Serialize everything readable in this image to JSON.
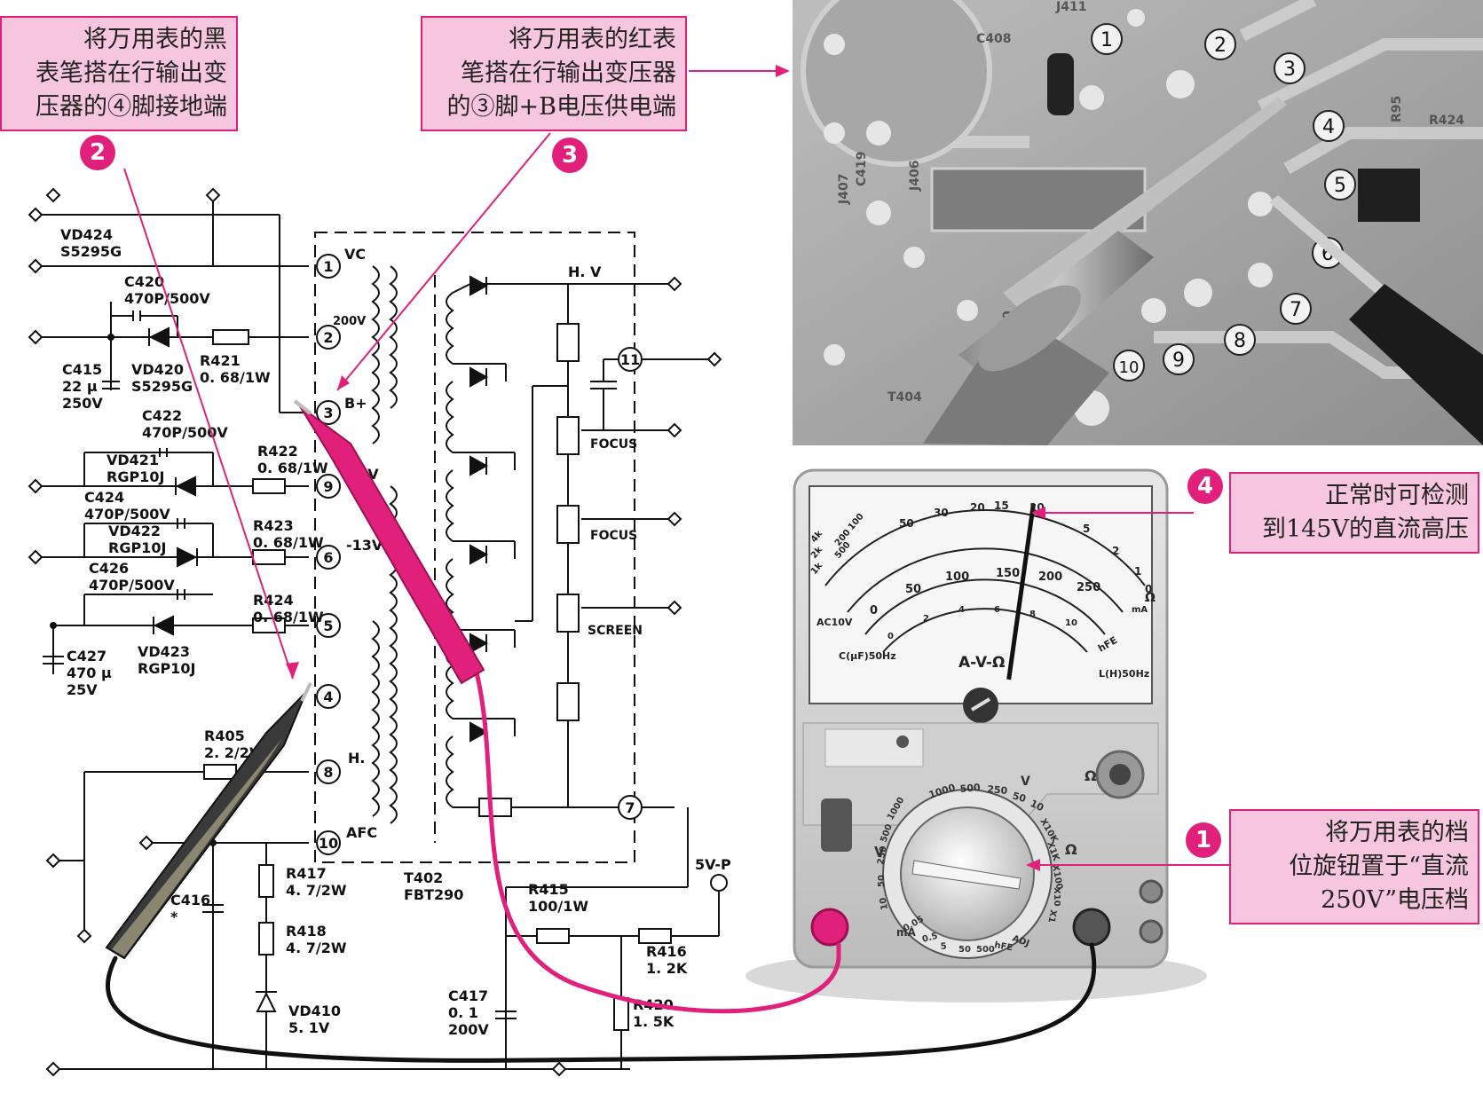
{
  "callouts": {
    "c1": {
      "badge": "1",
      "lines": [
        "将万用表的档",
        "位旋钮置于“直流",
        "250V”电压档"
      ]
    },
    "c2": {
      "badge": "2",
      "lines": [
        "将万用表的黑",
        "表笔搭在行输出变",
        "压器的④脚接地端"
      ]
    },
    "c3": {
      "badge": "3",
      "lines": [
        "将万用表的红表",
        "笔搭在行输出变压器",
        "的③脚+B电压供电端"
      ]
    },
    "c4": {
      "badge": "4",
      "lines": [
        "正常时可检测",
        "到145V的直流高压"
      ]
    }
  },
  "schematic": {
    "components": {
      "vd424": [
        "VD424",
        "S5295G"
      ],
      "c420": [
        "C420",
        "470P/500V"
      ],
      "c415": [
        "C415",
        "22 μ",
        "250V"
      ],
      "vd420": [
        "VD420",
        "S5295G"
      ],
      "r421": [
        "R421",
        "0. 68/1W"
      ],
      "c422": [
        "C422",
        "470P/500V"
      ],
      "vd421": [
        "VD421",
        "RGP10J"
      ],
      "r422": [
        "R422",
        "0. 68/1W"
      ],
      "c424": [
        "C424",
        "470P/500V"
      ],
      "vd422": [
        "VD422",
        "RGP10J"
      ],
      "r423": [
        "R423",
        "0. 68/1W"
      ],
      "c426": [
        "C426",
        "470P/500V"
      ],
      "r424": [
        "R424",
        "0. 68/1W"
      ],
      "c427": [
        "C427",
        "470 μ",
        "25V"
      ],
      "vd423": [
        "VD423",
        "RGP10J"
      ],
      "r405": [
        "R405",
        "2. 2/2W"
      ],
      "c416": [
        "C416",
        "*"
      ],
      "r417": [
        "R417",
        "4. 7/2W"
      ],
      "r418": [
        "R418",
        "4. 7/2W"
      ],
      "vd410": [
        "VD410",
        "5. 1V"
      ],
      "t402": [
        "T402",
        "FBT290"
      ],
      "r415": [
        "R415",
        "100/1W"
      ],
      "r416": [
        "R416",
        "1. 2K"
      ],
      "c417": [
        "C417",
        "0. 1",
        "200V"
      ],
      "r420": [
        "R420",
        "1. 5K"
      ]
    },
    "pins": [
      "1",
      "2",
      "3",
      "9",
      "6",
      "5",
      "4",
      "8",
      "10",
      "11",
      "7"
    ],
    "pin_labels": {
      "vc": "VC",
      "v200": "200V",
      "bplus": "B+",
      "v15": "15V",
      "vm13": "-13V",
      "h": "H.",
      "afc": "AFC"
    },
    "hv_label": "H. V",
    "focus1": "FOCUS",
    "focus2": "FOCUS",
    "screen": "SCREEN",
    "supply": "5V-P"
  },
  "pcb": {
    "pin_numbers": [
      "1",
      "2",
      "3",
      "4",
      "5",
      "6",
      "7",
      "8",
      "9",
      "10"
    ],
    "silk": [
      "C408",
      "J411",
      "C419",
      "J406",
      "J407",
      "T404",
      "C40",
      "R95",
      "R424"
    ]
  },
  "meter": {
    "scale_labels": {
      "ohm_top": [
        "50",
        "30",
        "20",
        "15",
        "10",
        "5",
        "2",
        "1",
        "0"
      ],
      "dc_v": [
        "0",
        "50",
        "100",
        "150",
        "200",
        "250"
      ],
      "dc_v_small": [
        "0",
        "2",
        "4",
        "6",
        "8",
        "10"
      ],
      "left_ohm": [
        "500",
        "200",
        "100",
        "1k",
        "2k",
        "4k"
      ],
      "ac10v": "AC10V",
      "cap": "C(μF)50Hz",
      "ind": "L(H)50Hz",
      "hfe": "hFE",
      "unit_text": "A-V-Ω",
      "ohm_sym": "Ω",
      "ma": "mA"
    },
    "dial": {
      "ring_outer": [
        "1000",
        "500",
        "250",
        "50",
        "10"
      ],
      "v_label": "V",
      "ohm_label": "Ω",
      "ranges_right": [
        "X10K",
        "X1K",
        "X100",
        "X10",
        "X1"
      ],
      "ranges_left": [
        "1000",
        "500",
        "250",
        "50",
        "10"
      ],
      "ranges_bottom": [
        "0.05",
        "0.5",
        "5",
        "50",
        "500",
        "hFE",
        "ADJ"
      ],
      "ma_label": "mA",
      "v_left": "V",
      "ohm_adj": "Ω"
    },
    "reading_v": 145
  },
  "colors": {
    "accent": "#e0207a",
    "callout_bg": "#f5c6de",
    "probe_red": "#e0207a",
    "probe_black": "#333333"
  }
}
